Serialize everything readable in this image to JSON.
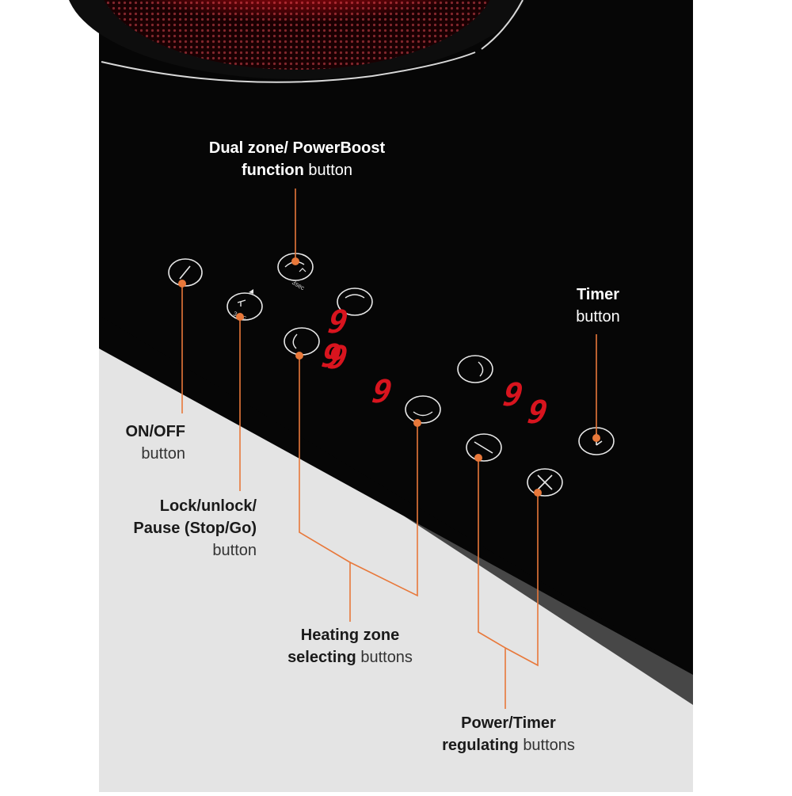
{
  "colors": {
    "glass": "#050505",
    "edge": "#444444",
    "counter": "#e6e6e6",
    "accent": "#e8783a",
    "digit": "#d8141e",
    "burner": "#c0101a"
  },
  "burner": {
    "icon": "heating-ring-icon"
  },
  "labels": {
    "dual_zone": {
      "bold1": "Dual zone/ PowerBoost",
      "bold2": "function",
      "normal": "button"
    },
    "timer": {
      "bold": "Timer",
      "normal": "button"
    },
    "onoff": {
      "bold": "ON/OFF",
      "normal": "button"
    },
    "lock": {
      "bold1": "Lock/unlock/",
      "bold2": "Pause (Stop/Go)",
      "normal": "button"
    },
    "heating": {
      "bold1": "Heating zone",
      "bold2": "selecting",
      "normal": "buttons"
    },
    "power": {
      "bold1": "Power/Timer",
      "bold2": "regulating",
      "normal": "buttons"
    }
  },
  "buttons": {
    "onoff": {
      "icon": "power-icon"
    },
    "dual_zone": {
      "icon": "dual-zone-icon",
      "hint": "3sec"
    },
    "lock": {
      "icon": "key-lock-icon",
      "hint": "3sec"
    },
    "zone_selectors": [
      {
        "icon": "zone-rear-left-icon"
      },
      {
        "icon": "zone-front-left-icon"
      },
      {
        "icon": "zone-rear-right-icon"
      },
      {
        "icon": "zone-front-right-icon"
      }
    ],
    "minus": {
      "icon": "minus-icon"
    },
    "plus": {
      "icon": "plus-icon"
    },
    "timer": {
      "icon": "clock-icon"
    }
  },
  "displays": [
    "9",
    "9",
    "9",
    "9",
    "9",
    "9"
  ]
}
